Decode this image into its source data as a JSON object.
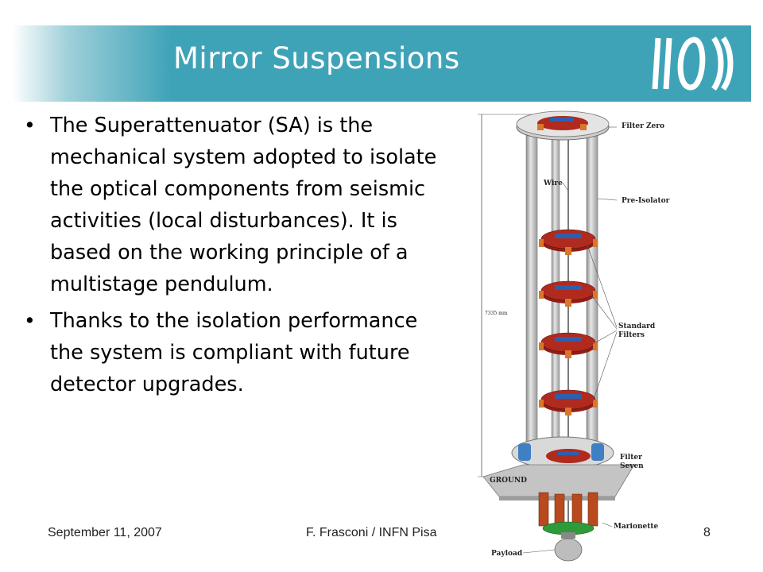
{
  "slide": {
    "title": "Mirror Suspensions",
    "bullets": [
      "The Superattenuator (SA) is the mechanical system adopted to isolate the optical components from seismic activities (local disturbances). It is based on the working principle of a multistage pendulum.",
      "Thanks to the isolation performance the system is compliant with future detector upgrades."
    ],
    "bullet_glyph": "•"
  },
  "figure": {
    "labels": {
      "filter_zero": "Filter Zero",
      "wire": "Wire",
      "pre_isolator": "Pre-Isolator",
      "height": "7335 mm",
      "standard_filters_1": "Standard",
      "standard_filters_2": "Filters",
      "filter_seven_1": "Filter",
      "filter_seven_2": "Seven",
      "ground": "GROUND",
      "marionette": "Marionette",
      "payload": "Payload"
    }
  },
  "footer": {
    "date": "September 11, 2007",
    "author": "F. Frasconi / INFN Pisa",
    "page": "8"
  },
  "colors": {
    "title_bar": "#3fa3b8",
    "filter_red": "#b02a1e",
    "filter_orange": "#d8762a",
    "filter_blue": "#2d5fb0"
  }
}
